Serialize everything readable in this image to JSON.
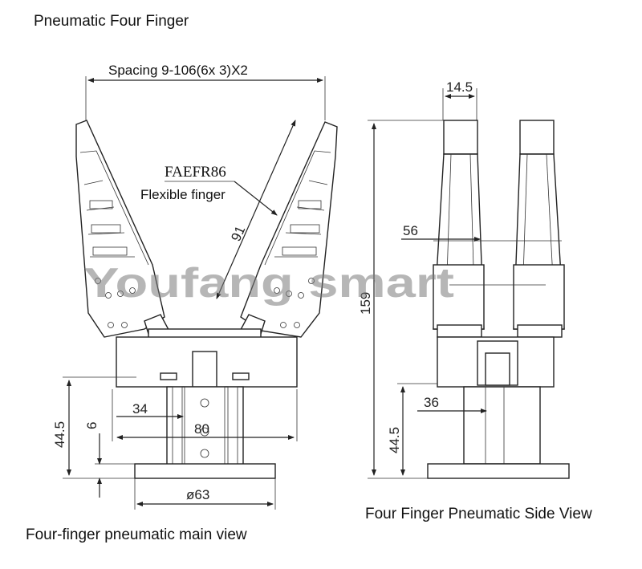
{
  "title": "Pneumatic Four Finger",
  "main_view": {
    "caption": "Four-finger pneumatic main view",
    "spacing_label": "Spacing 9-106(6x 3)X2",
    "model": "FAEFR86",
    "finger_label": "Flexible finger",
    "dim_finger_length": "91",
    "dim_width": "34",
    "dim_base_width": "80",
    "dim_height": "44.5",
    "dim_small": "6",
    "dim_diameter": "ø63"
  },
  "side_view": {
    "caption": "Four Finger Pneumatic Side View",
    "dim_top": "14.5",
    "dim_spread": "56",
    "dim_total_height": "159",
    "dim_body": "36",
    "dim_height": "44.5"
  },
  "watermark": "Youfang smart"
}
